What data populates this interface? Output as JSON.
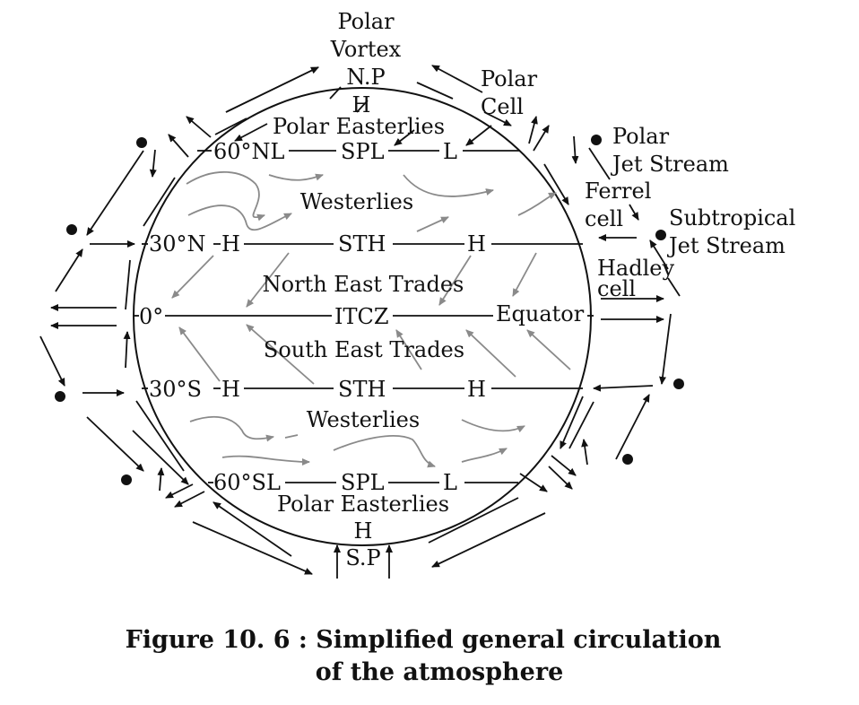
{
  "labels": {
    "polar_vortex_1": "Polar",
    "polar_vortex_2": "Vortex",
    "np": "N.P",
    "h_north": "H",
    "polar_easterlies_n": "Polar Easterlies",
    "lat_60n": "60°NL",
    "spl_n": "SPL",
    "l_n": "L",
    "westerlies_n": "Westerlies",
    "lat_30n": "30°N",
    "h_30n_left": "H",
    "sth_n": "STH",
    "h_30n_right": "H",
    "ne_trades": "North East Trades",
    "lat_0": "0°",
    "itcz": "ITCZ",
    "equator": "Equator",
    "se_trades": "South East Trades",
    "lat_30s": "30°S",
    "h_30s_left": "H",
    "sth_s": "STH",
    "h_30s_right": "H",
    "westerlies_s": "Westerlies",
    "lat_60s": "60°SL",
    "spl_s": "SPL",
    "l_s": "L",
    "polar_easterlies_s": "Polar Easterlies",
    "h_south": "H",
    "sp": "S.P",
    "polar_cell_1": "Polar",
    "polar_cell_2": "Cell",
    "polar_jet_1": "Polar",
    "polar_jet_2": "Jet Stream",
    "ferrel_1": "Ferrel",
    "ferrel_2": "cell",
    "subtropical_1": "Subtropical",
    "subtropical_2": "Jet Stream",
    "hadley_1": "Hadley",
    "hadley_2": "cell"
  },
  "caption": {
    "line1": "Figure 10. 6 : Simplified general circulation",
    "line2": "of the atmosphere"
  },
  "colors": {
    "ink": "#111111",
    "wind": "#8a8a8a"
  }
}
